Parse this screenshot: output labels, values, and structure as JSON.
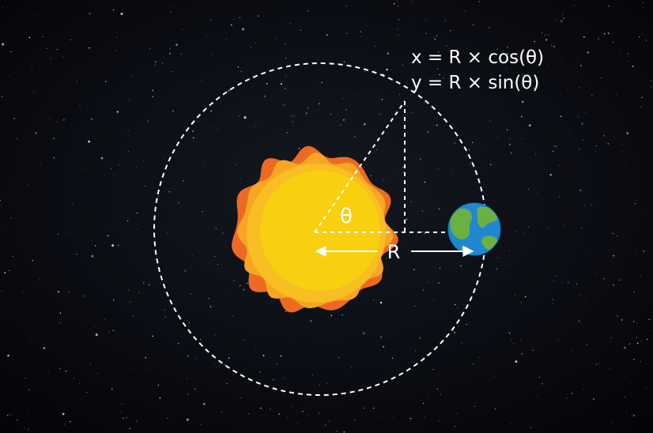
{
  "diagram": {
    "formula_x": "x = R × cos(θ)",
    "formula_y": "y = R × sin(θ)",
    "angle_label": "θ",
    "radius_label": "R"
  },
  "colors": {
    "sky": "#05070c",
    "orbit": "#ffffff",
    "sun_outer": "#ec6a23",
    "sun_middle": "#f5a623",
    "sun_inner": "#f8c51e",
    "sun_core": "#f8d010",
    "earth_ocean": "#1f88d0",
    "earth_land": "#6cb043"
  },
  "icons": {
    "sun": "sun-icon",
    "earth": "earth-icon"
  }
}
